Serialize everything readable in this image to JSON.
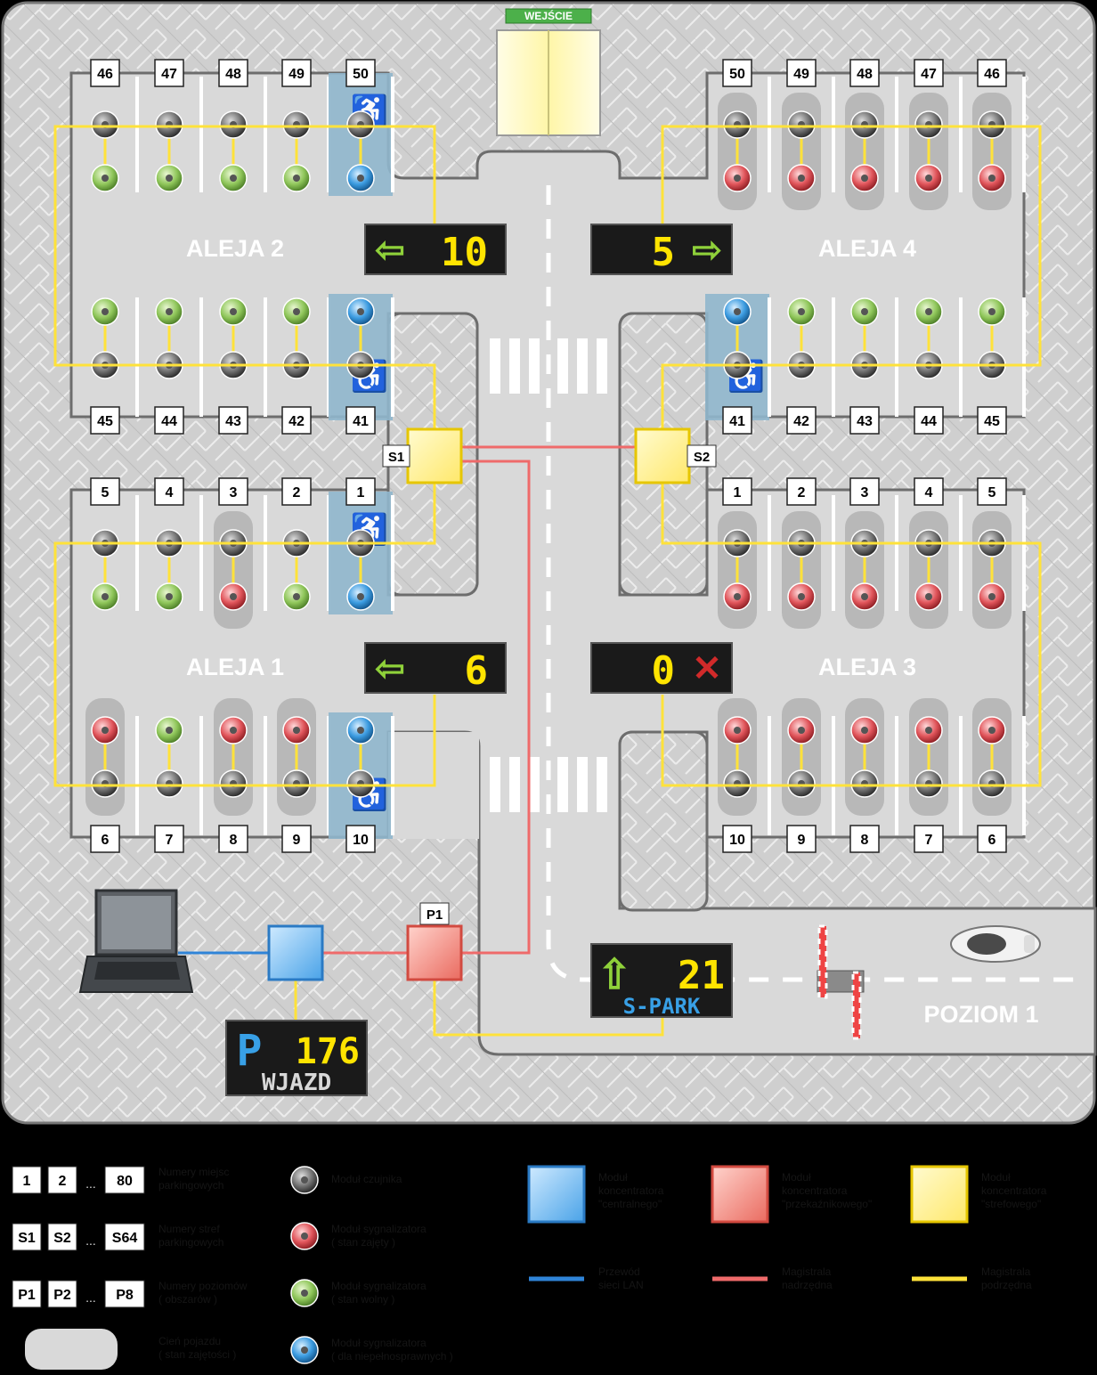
{
  "entrance_label": "WEJŚCIE",
  "level_label": "POZIOM 1",
  "aisles": {
    "aleja1": "ALEJA 1",
    "aleja2": "ALEJA 2",
    "aleja3": "ALEJA 3",
    "aleja4": "ALEJA 4"
  },
  "zones": {
    "s1": "S1",
    "s2": "S2",
    "p1": "P1"
  },
  "displays": {
    "aleja2": {
      "arrow": "left",
      "value": "10"
    },
    "aleja4": {
      "arrow": "right",
      "value": "5"
    },
    "aleja1": {
      "arrow": "left",
      "value": "6"
    },
    "aleja3": {
      "arrow": "cross",
      "value": "0"
    },
    "spark": {
      "arrow": "up",
      "value": "21",
      "label": "S-PARK"
    },
    "wjazd": {
      "symbol": "P",
      "value": "176",
      "label": "WJAZD"
    }
  },
  "rows": {
    "a2_top": {
      "numbers": [
        "46",
        "47",
        "48",
        "49",
        "50"
      ],
      "states": [
        "free",
        "free",
        "free",
        "free",
        "disabled"
      ],
      "shadow": [
        false,
        false,
        false,
        false,
        false
      ]
    },
    "a2_bottom": {
      "numbers": [
        "45",
        "44",
        "43",
        "42",
        "41"
      ],
      "states": [
        "free",
        "free",
        "free",
        "free",
        "disabled"
      ],
      "shadow": [
        false,
        false,
        false,
        false,
        false
      ]
    },
    "a1_top": {
      "numbers": [
        "5",
        "4",
        "3",
        "2",
        "1"
      ],
      "states": [
        "free",
        "free",
        "occupied",
        "free",
        "disabled"
      ],
      "shadow": [
        false,
        false,
        true,
        false,
        false
      ]
    },
    "a1_bottom": {
      "numbers": [
        "6",
        "7",
        "8",
        "9",
        "10"
      ],
      "states": [
        "occupied",
        "free",
        "occupied",
        "occupied",
        "disabled"
      ],
      "shadow": [
        true,
        false,
        true,
        true,
        false
      ]
    },
    "a4_top": {
      "numbers": [
        "50",
        "49",
        "48",
        "47",
        "46"
      ],
      "states": [
        "occupied",
        "occupied",
        "occupied",
        "occupied",
        "occupied"
      ],
      "shadow": [
        true,
        true,
        true,
        true,
        true
      ]
    },
    "a4_bottom": {
      "numbers": [
        "41",
        "42",
        "43",
        "44",
        "45"
      ],
      "states": [
        "disabled",
        "free",
        "free",
        "free",
        "free"
      ],
      "shadow": [
        false,
        false,
        false,
        false,
        false
      ]
    },
    "a3_top": {
      "numbers": [
        "1",
        "2",
        "3",
        "4",
        "5"
      ],
      "states": [
        "occupied",
        "occupied",
        "occupied",
        "occupied",
        "occupied"
      ],
      "shadow": [
        true,
        true,
        true,
        true,
        true
      ]
    },
    "a3_bottom": {
      "numbers": [
        "10",
        "9",
        "8",
        "7",
        "6"
      ],
      "states": [
        "occupied",
        "occupied",
        "occupied",
        "occupied",
        "occupied"
      ],
      "shadow": [
        true,
        true,
        true,
        true,
        true
      ]
    }
  },
  "legend": {
    "space_numbers": [
      "1",
      "2",
      "80"
    ],
    "space_numbers_text": [
      "Numery miejsc",
      "parkingowych"
    ],
    "zone_numbers": [
      "S1",
      "S2",
      "S64"
    ],
    "zone_numbers_text": [
      "Numery stref",
      "parkingowych"
    ],
    "level_numbers": [
      "P1",
      "P2",
      "P8"
    ],
    "level_numbers_text": [
      "Numery poziomów",
      "( obszarów )"
    ],
    "shadow_text": [
      "Cień pojazdu",
      "( stan zajętości )"
    ],
    "dots": "...",
    "sensor_text": [
      "Moduł czujnika"
    ],
    "occupied_text": [
      "Moduł sygnalizatora",
      "( stan zajęty )"
    ],
    "free_text": [
      "Moduł sygnalizatora",
      "( stan wolny )"
    ],
    "disabled_text": [
      "Moduł sygnalizatora",
      "( dla niepełnosprawnych )"
    ],
    "central_text": [
      "Moduł",
      "koncentratora",
      "\"centralnego\""
    ],
    "relay_text": [
      "Moduł",
      "koncentratora",
      "\"przekaźnikowego\""
    ],
    "zone_text": [
      "Moduł",
      "koncentratora",
      "\"strefowego\""
    ],
    "lan_text": [
      "Przewód",
      "sieci LAN"
    ],
    "master_text": [
      "Magistrala",
      "nadrzędna"
    ],
    "slave_text": [
      "Magistrala",
      "podrzędna"
    ]
  },
  "colors": {
    "free": "#8fc65a",
    "occupied": "#e0545a",
    "disabled": "#3b9be0",
    "sensor": "#7a7a7a",
    "slave_bus": "#ffe23a",
    "master_bus": "#ef6a6a",
    "lan": "#2f84d8",
    "floor": "#c9c9c9",
    "road": "#d7d7d7",
    "disabled_bay": "#8fb6cc"
  }
}
